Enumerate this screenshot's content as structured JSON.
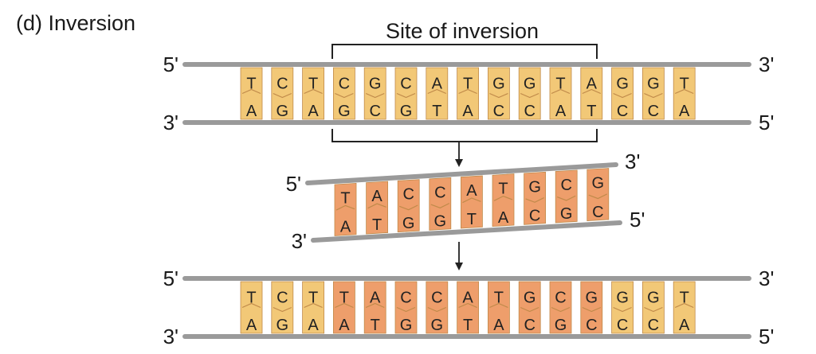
{
  "panel_label": "(d) Inversion",
  "bracket_label": "Site of inversion",
  "colors": {
    "strand": "#9a9a9a",
    "normal_block": "#f2c877",
    "inverted_block": "#ee9e6b",
    "block_edge": "#c08a4a",
    "arrow": "#222222"
  },
  "original": {
    "top_left": "5'",
    "top_right": "3'",
    "bottom_left": "3'",
    "bottom_right": "5'",
    "top": [
      "T",
      "C",
      "T",
      "C",
      "G",
      "C",
      "A",
      "T",
      "G",
      "G",
      "T",
      "A",
      "G",
      "G",
      "T"
    ],
    "bottom": [
      "A",
      "G",
      "A",
      "G",
      "C",
      "G",
      "T",
      "A",
      "C",
      "C",
      "A",
      "T",
      "C",
      "C",
      "A"
    ]
  },
  "excised": {
    "top_left": "5'",
    "top_right": "3'",
    "bottom_left": "3'",
    "bottom_right": "5'",
    "top": [
      "T",
      "A",
      "C",
      "C",
      "A",
      "T",
      "G",
      "C",
      "G"
    ],
    "bottom": [
      "A",
      "T",
      "G",
      "G",
      "T",
      "A",
      "C",
      "G",
      "C"
    ]
  },
  "result": {
    "top_left": "5'",
    "top_right": "3'",
    "bottom_left": "3'",
    "bottom_right": "5'",
    "top": [
      "T",
      "C",
      "T",
      "T",
      "A",
      "C",
      "C",
      "A",
      "T",
      "G",
      "C",
      "G",
      "G",
      "G",
      "T"
    ],
    "bottom": [
      "A",
      "G",
      "A",
      "A",
      "T",
      "G",
      "G",
      "T",
      "A",
      "C",
      "G",
      "C",
      "C",
      "C",
      "A"
    ],
    "inverted_range": [
      3,
      11
    ]
  }
}
